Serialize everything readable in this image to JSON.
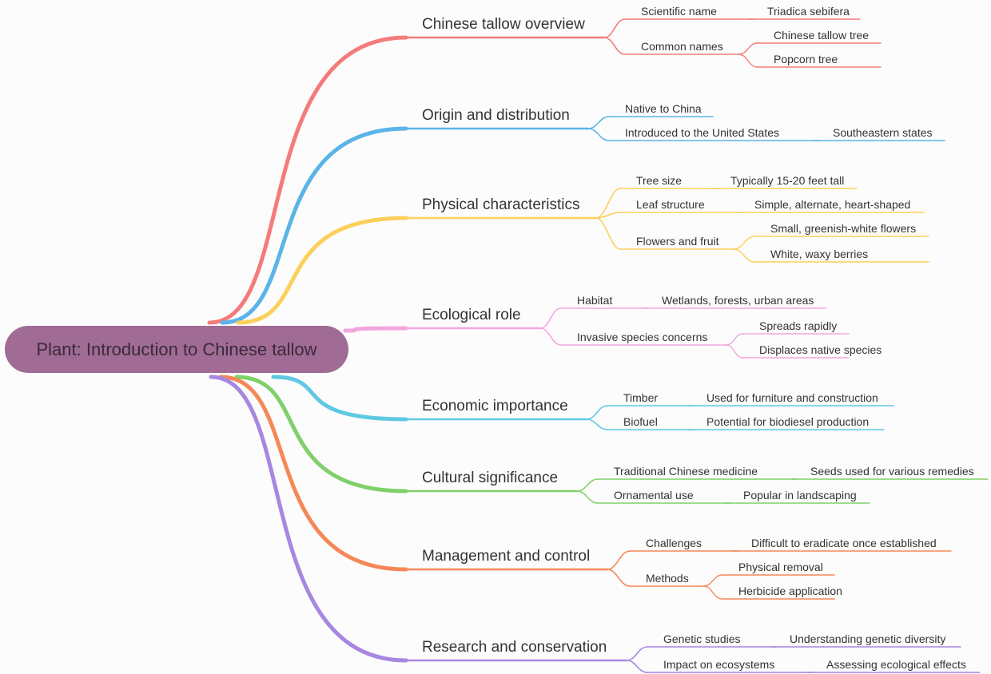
{
  "root": {
    "label": "Plant: Introduction to Chinese tallow",
    "color": "#a06b94"
  },
  "branches": [
    {
      "label": "Chinese tallow overview",
      "color": "#f47b7b",
      "children": [
        {
          "label": "Scientific name",
          "children": [
            "Triadica sebifera"
          ]
        },
        {
          "label": "Common names",
          "children": [
            "Chinese tallow tree",
            "Popcorn tree"
          ]
        }
      ]
    },
    {
      "label": "Origin and distribution",
      "color": "#5ab4e8",
      "children": [
        {
          "label": "Native to China",
          "children": []
        },
        {
          "label": "Introduced to the United States",
          "children": [
            "Southeastern states"
          ]
        }
      ]
    },
    {
      "label": "Physical characteristics",
      "color": "#fbd05a",
      "children": [
        {
          "label": "Tree size",
          "children": [
            "Typically 15-20 feet tall"
          ]
        },
        {
          "label": "Leaf structure",
          "children": [
            "Simple, alternate, heart-shaped"
          ]
        },
        {
          "label": "Flowers and fruit",
          "children": [
            "Small, greenish-white flowers",
            "White, waxy berries"
          ]
        }
      ]
    },
    {
      "label": "Ecological role",
      "color": "#f2a6de",
      "children": [
        {
          "label": "Habitat",
          "children": [
            "Wetlands, forests, urban areas"
          ]
        },
        {
          "label": "Invasive species concerns",
          "children": [
            "Spreads rapidly",
            "Displaces native species"
          ]
        }
      ]
    },
    {
      "label": "Economic importance",
      "color": "#5fc8e2",
      "children": [
        {
          "label": "Timber",
          "children": [
            "Used for furniture and construction"
          ]
        },
        {
          "label": "Biofuel",
          "children": [
            "Potential for biodiesel production"
          ]
        }
      ]
    },
    {
      "label": "Cultural significance",
      "color": "#7fd06a",
      "children": [
        {
          "label": "Traditional Chinese medicine",
          "children": [
            "Seeds used for various remedies"
          ]
        },
        {
          "label": "Ornamental use",
          "children": [
            "Popular in landscaping"
          ]
        }
      ]
    },
    {
      "label": "Management and control",
      "color": "#f58858",
      "children": [
        {
          "label": "Challenges",
          "children": [
            "Difficult to eradicate once established"
          ]
        },
        {
          "label": "Methods",
          "children": [
            "Physical removal",
            "Herbicide application"
          ]
        }
      ]
    },
    {
      "label": "Research and conservation",
      "color": "#a787e0",
      "children": [
        {
          "label": "Genetic studies",
          "children": [
            "Understanding genetic diversity"
          ]
        },
        {
          "label": "Impact on ecosystems",
          "children": [
            "Assessing ecological effects"
          ]
        }
      ]
    }
  ]
}
